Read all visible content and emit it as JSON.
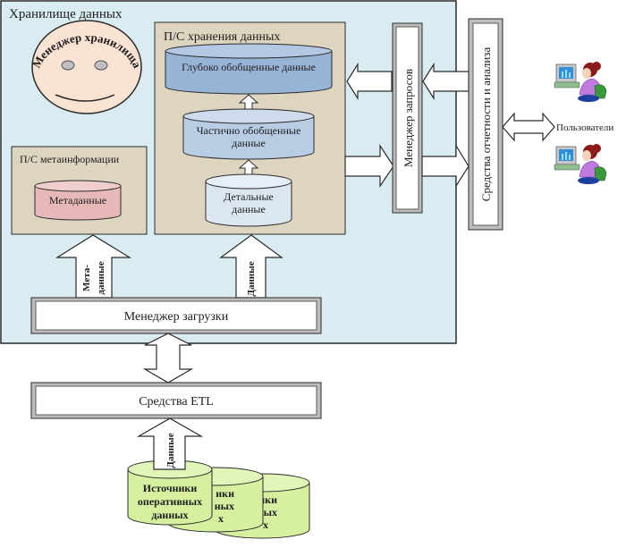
{
  "diagram": {
    "warehouse": {
      "title": "Хранилище данных",
      "bg_color": "#d9ecf2"
    },
    "warehouse_manager": {
      "label": "Менеджер хранилища",
      "face_color": "#fbe3d4"
    },
    "storage_subsystem": {
      "title": "П/С  хранения данных",
      "bg_color": "#ddd5c0",
      "levels": [
        {
          "label_lines": [
            "Глубоко обобщенные данные"
          ],
          "color": "#97b3d6"
        },
        {
          "label_lines": [
            "Частично обобщенные",
            "данные"
          ],
          "color": "#b8cce4"
        },
        {
          "label_lines": [
            "Детальные",
            "данные"
          ],
          "color": "#dce6f1"
        }
      ]
    },
    "metainfo_subsystem": {
      "title": "П/С метаинформации",
      "db_label": "Метаданные",
      "db_color": "#e6b9b8"
    },
    "load_manager": {
      "label": "Менеджер загрузки"
    },
    "arrows": {
      "metadata_arrow_lines": [
        "Мета-",
        "данные"
      ],
      "data_arrow_label": "Данные",
      "etl_data_arrow_label": "Данные"
    },
    "etl_tools": {
      "label": "Средства ETL"
    },
    "sources": {
      "label_lines": [
        "Источники",
        "оперативных",
        "данных"
      ],
      "color": "#d7f0a0",
      "count": 3
    },
    "query_manager": {
      "label": "Менеджер запросов"
    },
    "reporting_tools": {
      "label": "Средства отчетности и анализа"
    },
    "users": {
      "label": "Пользователи",
      "count": 2
    }
  }
}
